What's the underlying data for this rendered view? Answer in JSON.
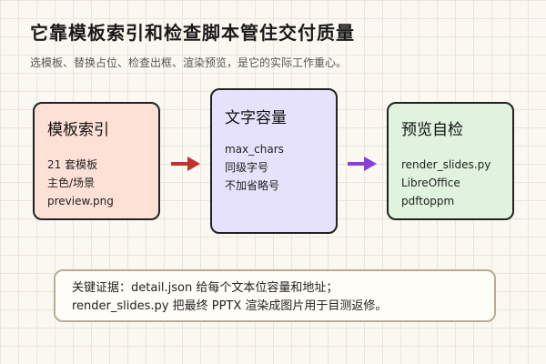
{
  "title": "它靠模板索引和检查脚本管住交付质量",
  "subtitle": "选模板、替换占位、检查出框、渲染预览，是它的实际工作重心。",
  "cards": [
    {
      "title": "模板索引",
      "lines": [
        "21 套模板",
        "主色/场景",
        "preview.png"
      ],
      "fill": "#fde0d6"
    },
    {
      "title": "文字容量",
      "lines": [
        "max_chars",
        "同级字号",
        "不加省略号"
      ],
      "fill": "#e6e2fb"
    },
    {
      "title": "预览自检",
      "lines": [
        "render_slides.py",
        "LibreOffice",
        "pdftoppm"
      ],
      "fill": "#dff3df"
    }
  ],
  "arrows": [
    {
      "color": "#c0322a"
    },
    {
      "color": "#8a3fd9"
    }
  ],
  "note": {
    "line1": "关键证据：detail.json 给每个文本位容量和地址；",
    "line2": "render_slides.py 把最终 PPTX 渲染成图片用于目测返修。"
  }
}
